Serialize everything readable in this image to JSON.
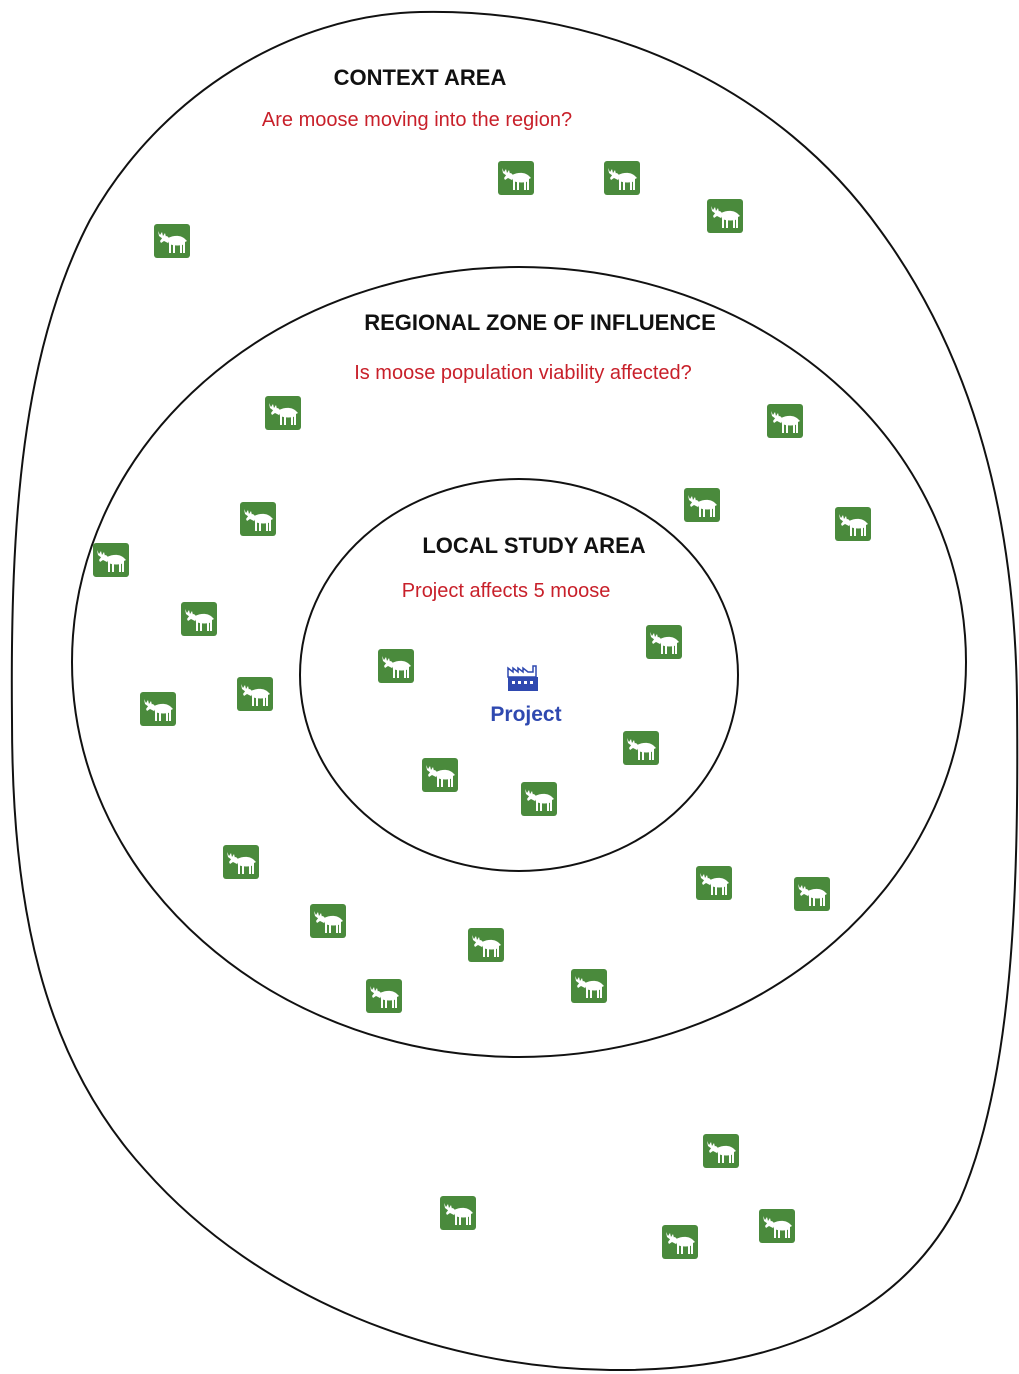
{
  "zones": {
    "context": {
      "title": "CONTEXT AREA",
      "question": "Are moose moving into the region?"
    },
    "regional": {
      "title": "REGIONAL ZONE OF INFLUENCE",
      "question": "Is moose population viability affected?"
    },
    "local": {
      "title": "LOCAL STUDY AREA",
      "question": "Project affects 5 moose"
    }
  },
  "project": {
    "label": "Project",
    "icon": "factory-icon"
  },
  "moose_icon": "moose-icon",
  "colors": {
    "question_text": "#c8202a",
    "project": "#2f49b0",
    "moose_tile": "#4a8a3c",
    "boundary": "#111111"
  }
}
